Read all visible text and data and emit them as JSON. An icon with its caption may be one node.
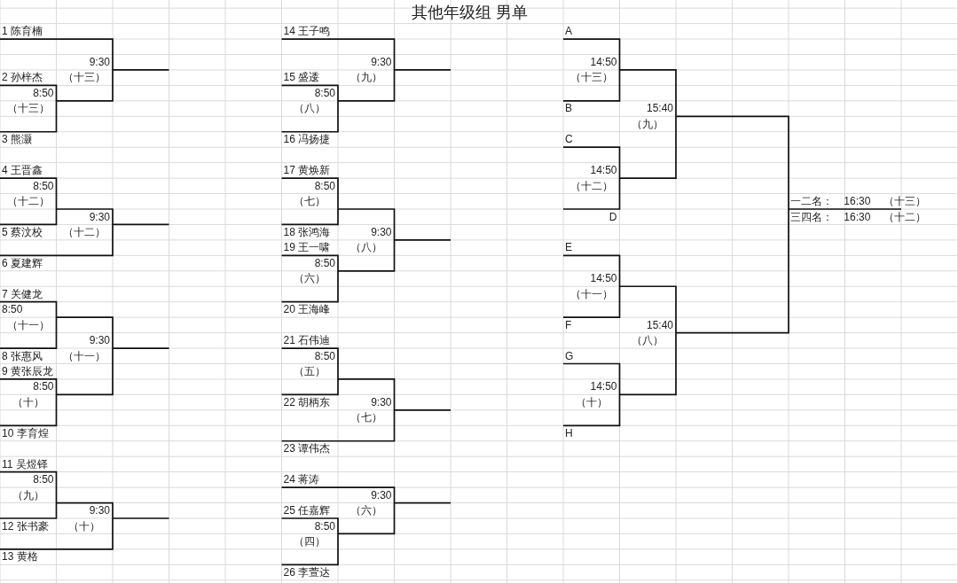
{
  "diagram": {
    "title": "其他年级组 男单",
    "labels": [
      "1 陈育楠",
      "9:30",
      "2 孙梓杰",
      "（十三）",
      "8:50",
      "（十三）",
      "3 熊灏",
      "4 王晋鑫",
      "8:50",
      "（十二）",
      "9:30",
      "5 蔡汶校",
      "（十二）",
      "6 夏建辉",
      "7 关健龙",
      "8:50",
      "（十一）",
      "9:30",
      "8 张惠风",
      "（十一）",
      "9 黄张辰龙",
      "8:50",
      "（十）",
      "10 李育煌",
      "11 吴煜铎",
      "8:50",
      "（九）",
      "9:30",
      "12 张书豪",
      "（十）",
      "13 黄格",
      "14 王子鸣",
      "9:30",
      "15 盛逶",
      "（九）",
      "8:50",
      "（八）",
      "16 冯扬捷",
      "17 黄焕新",
      "8:50",
      "（七）",
      "18 张鸿海",
      "9:30",
      "19 王一啸",
      "（八）",
      "8:50",
      "（六）",
      "20 王海峰",
      "21 石伟迪",
      "8:50",
      "（五）",
      "22 胡柄东",
      "9:30",
      "（七）",
      "23 谭伟杰",
      "24 蒋涛",
      "9:30",
      "25 任嘉辉",
      "（六）",
      "8:50",
      "（四）",
      "26 李萱达",
      "A",
      "14:50",
      "（十三）",
      "B",
      "15:40",
      "（九）",
      "C",
      "14:50",
      "（十二）",
      "一二名：",
      "16:30",
      "（十三）",
      "D",
      "三四名：",
      "16:30",
      "（十二）",
      "E",
      "14:50",
      "（十一）",
      "F",
      "15:40",
      "（八）",
      "G",
      "14:50",
      "（十）",
      "H"
    ]
  }
}
